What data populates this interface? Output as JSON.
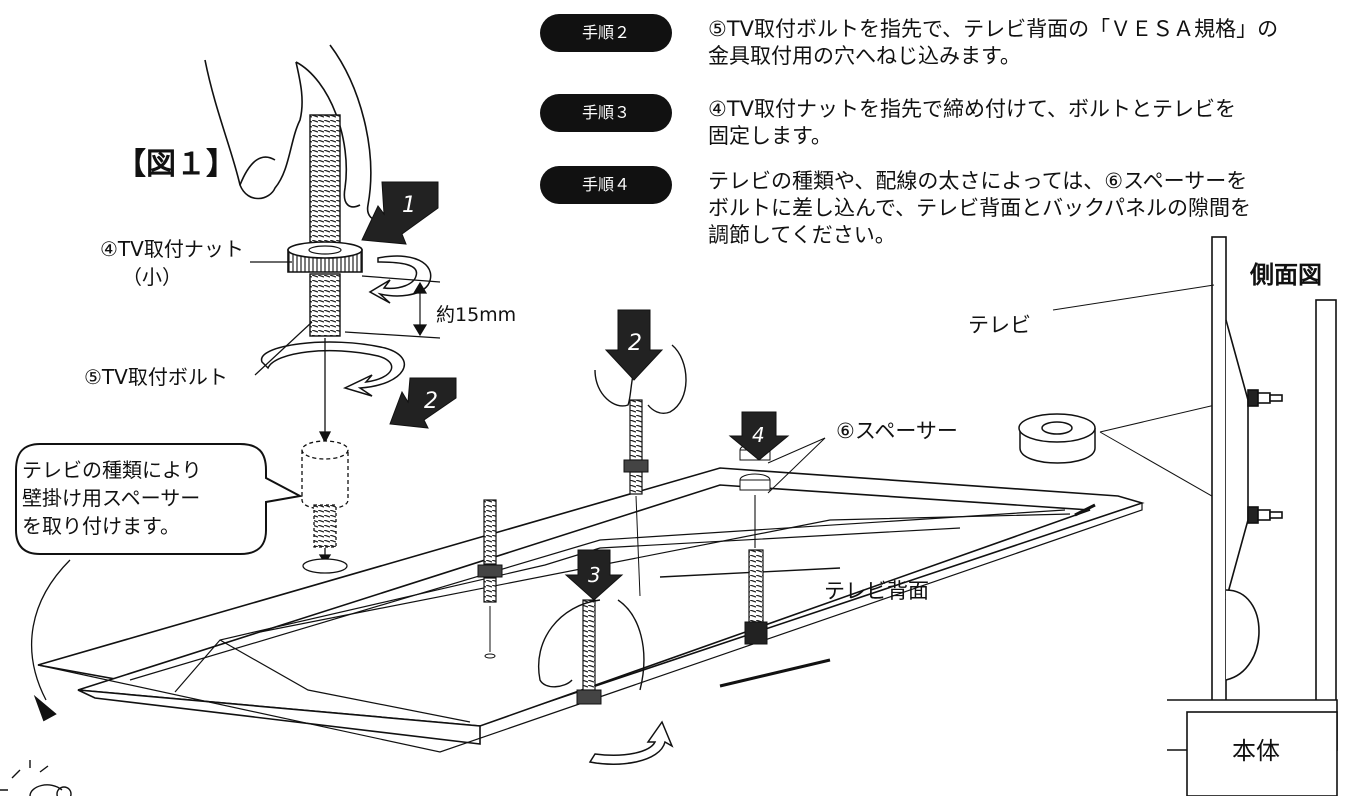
{
  "figure_label": "【図１】",
  "steps": [
    {
      "badge": "手順２",
      "lines": [
        "⑤TV取付ボルトを指先で、テレビ背面の「ＶＥＳＡ規格」の",
        "金具取付用の穴へねじ込みます。"
      ]
    },
    {
      "badge": "手順３",
      "lines": [
        "④TV取付ナットを指先で締め付けて、ボルトとテレビを",
        "固定します。"
      ]
    },
    {
      "badge": "手順４",
      "lines": [
        "テレビの種類や、配線の太さによっては、⑥スペーサーを",
        "ボルトに差し込んで、テレビ背面とバックパネルの隙間を",
        "調節してください。"
      ]
    }
  ],
  "labels": {
    "nut": "④TV取付ナット",
    "nut_size": "（小）",
    "dimension": "約15mm",
    "bolt": "⑤TV取付ボルト",
    "spacer": "⑥スペーサー",
    "tv_back": "テレビ背面",
    "tv": "テレビ",
    "side_view": "側面図",
    "main_body": "本体"
  },
  "callout": {
    "lines": [
      "テレビの種類により",
      "壁掛け用スペーサー",
      "を取り付けます。"
    ]
  },
  "arrow_numbers": [
    "1",
    "2",
    "2",
    "3",
    "4"
  ]
}
